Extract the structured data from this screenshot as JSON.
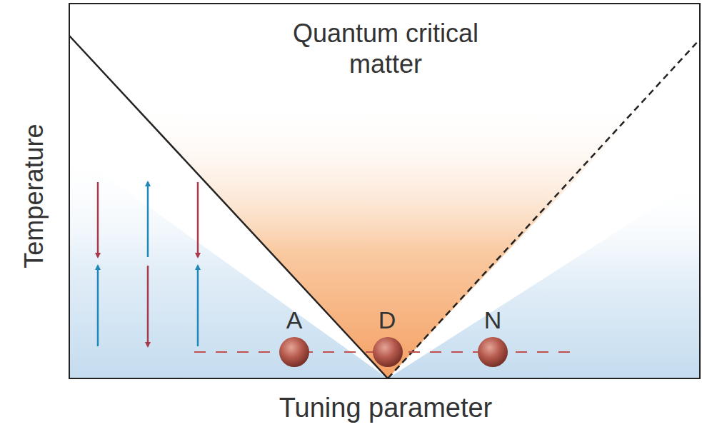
{
  "diagram": {
    "labels": [
      "Quantum critical matter",
      "Temperature",
      "Tuning parameter",
      "A",
      "D",
      "N"
    ]
  }
}
